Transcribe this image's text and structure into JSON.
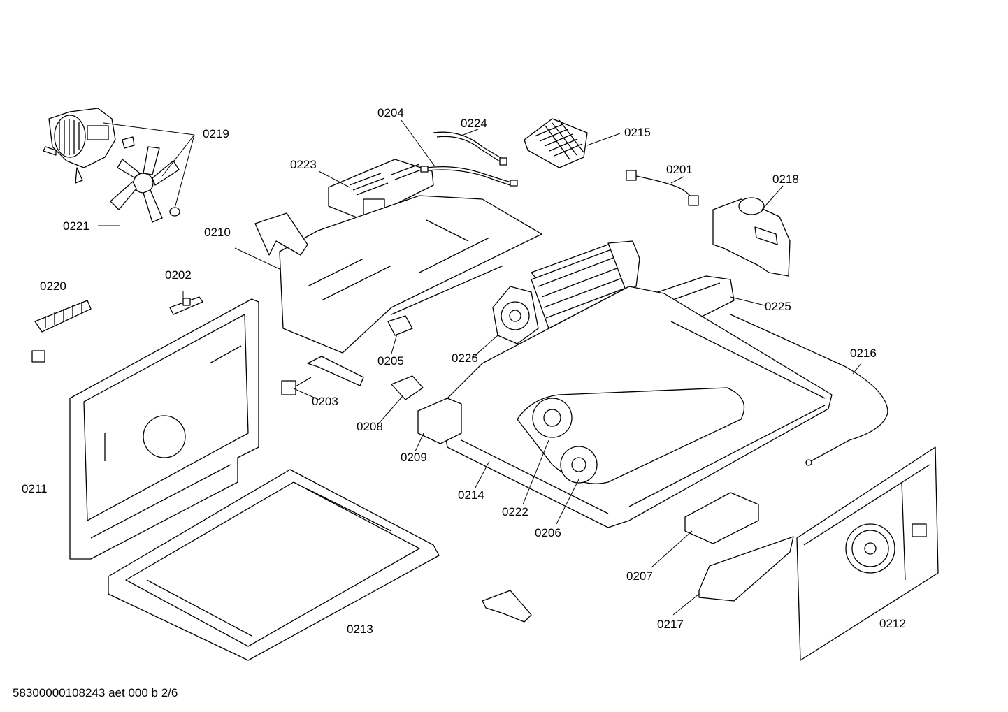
{
  "labels": {
    "p0201": "0201",
    "p0202": "0202",
    "p0203": "0203",
    "p0204": "0204",
    "p0205": "0205",
    "p0206": "0206",
    "p0207": "0207",
    "p0208": "0208",
    "p0209": "0209",
    "p0210": "0210",
    "p0211": "0211",
    "p0212": "0212",
    "p0213": "0213",
    "p0214": "0214",
    "p0215": "0215",
    "p0216": "0216",
    "p0217": "0217",
    "p0218": "0218",
    "p0219": "0219",
    "p0220": "0220",
    "p0221": "0221",
    "p0222": "0222",
    "p0223": "0223",
    "p0224": "0224",
    "p0225": "0225",
    "p0226": "0226"
  },
  "footer": "58300000108243 aet 000 b 2/6"
}
